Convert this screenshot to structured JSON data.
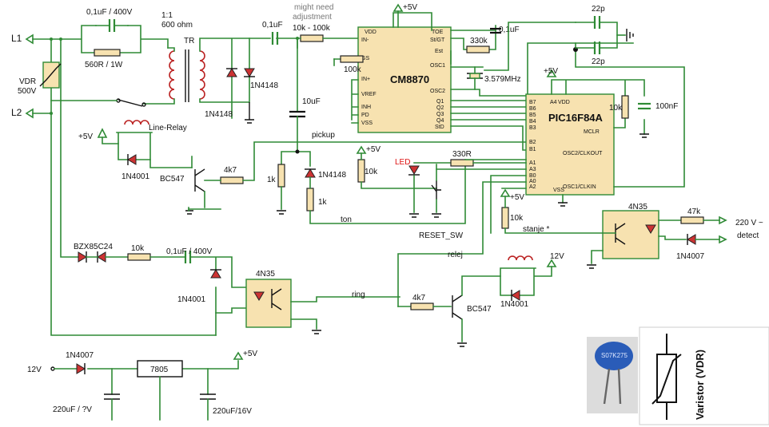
{
  "terminals": {
    "l1": "L1",
    "l2": "L2",
    "v12": "12V",
    "ac_detect_line1": "220 V ~",
    "ac_detect_line2": "detect"
  },
  "vdr": {
    "name": "VDR",
    "rating": "500V"
  },
  "input_coupling": {
    "cap": "0,1uF / 400V",
    "resistor": "560R / 1W"
  },
  "transformer": {
    "ratio": "1:1",
    "impedance": "600 ohm",
    "name": "TR"
  },
  "clamp_diodes": {
    "d_right": "1N4148",
    "d_bottom": "1N4148"
  },
  "relay": {
    "label": "Line-Relay",
    "driver": "BC547",
    "base_res": "4k7",
    "diode": "1N4001",
    "supply": "+5V"
  },
  "dtmf": {
    "chip": "CM8870",
    "input_cap": "0,1uF",
    "note_line1": "might need",
    "note_line2": "adjustment",
    "input_res": "10k - 100k",
    "gs_res": "100k",
    "est_res": "330k",
    "tde_cap": "0,1uF",
    "crystal": "3.579MHz",
    "supply": "+5V",
    "pins": [
      "VDD",
      "IN-",
      "GS",
      "IN+",
      "VREF",
      "INH",
      "PD",
      "VSS",
      "TOE",
      "St/GT",
      "Est",
      "OSC1",
      "OSC2",
      "Q1",
      "Q2",
      "Q3",
      "Q4",
      "StD"
    ]
  },
  "mcu": {
    "chip": "PIC16F84A",
    "supply": "+5V",
    "osc_cap1": "22p",
    "osc_cap2": "22p",
    "mclr_res": "10k",
    "decoupling": "100nF",
    "pins": [
      "A4",
      "VDD",
      "B7",
      "B6",
      "B5",
      "B4",
      "B3",
      "B2",
      "B1",
      "MCLR",
      "A1",
      "A3",
      "B0",
      "A0",
      "A2",
      "OSC2/CLKOUT",
      "OSC1/CLKIN",
      "VSS"
    ]
  },
  "pickup": {
    "net": "pickup",
    "cap": "10uF",
    "res_k": "1k",
    "diode": "1N4148",
    "res_1k": "1k",
    "tone_net": "ton"
  },
  "led": {
    "label": "LED",
    "res": "330R",
    "pullup": "10k",
    "supply": "+5V"
  },
  "reset": {
    "label": "RESET_SW"
  },
  "stanje": {
    "res": "10k",
    "net": "stanje *",
    "supply": "+5V"
  },
  "ring_detect": {
    "zener": "BZX85C24",
    "res": "10k",
    "cap": "0,1uF / 400V",
    "diode": "1N4001",
    "opto": "4N35",
    "net": "ring"
  },
  "relay_out": {
    "net": "relej",
    "base_res": "4k7",
    "driver": "BC547",
    "diode": "1N4001",
    "supply": "12V"
  },
  "ac_detect": {
    "opto": "4N35",
    "res": "47k",
    "diode": "1N4007"
  },
  "psu": {
    "diode": "1N4007",
    "regulator": "7805",
    "cap_in": "220uF / ?V",
    "cap_out": "220uF/16V",
    "output": "+5V"
  },
  "inset": {
    "part_marking": "S07K275",
    "symbol_caption": "Varistor (VDR)"
  }
}
